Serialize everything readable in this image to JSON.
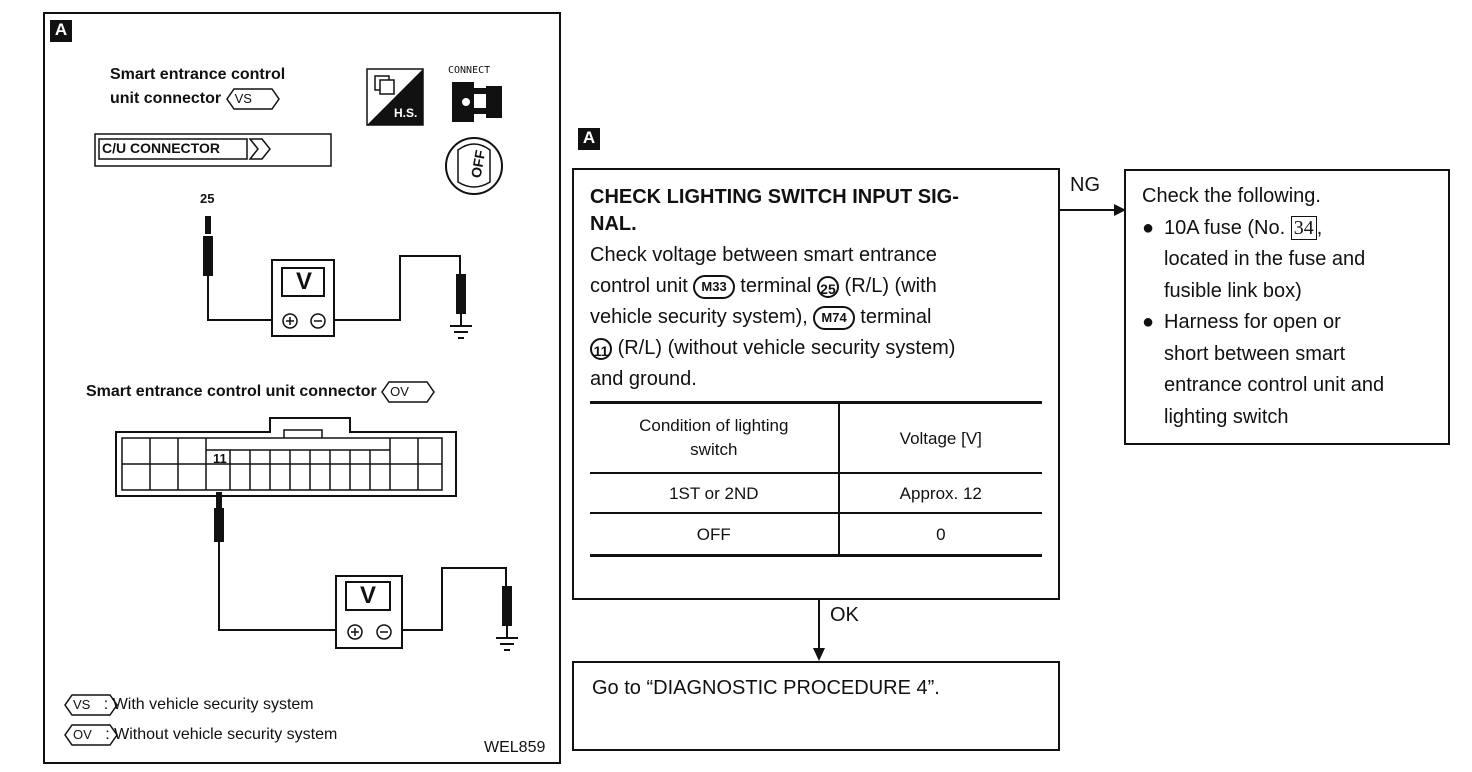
{
  "left_panel": {
    "tag": "A",
    "vs_title_line1": "Smart entrance control",
    "vs_title_line2": "unit connector",
    "vs_code": "VS",
    "cu_connector_label": "C/U CONNECTOR",
    "terminal_vs": "25",
    "meter_label": "V",
    "ov_title": "Smart entrance control unit connector",
    "ov_code": "OV",
    "terminal_ov": "11",
    "icon_hs_text": "H.S.",
    "icon_connect_text": "CONNECT",
    "icon_off_text": "OFF",
    "legend_vs_code": "VS",
    "legend_vs": ": With vehicle security system",
    "legend_ov_code": "OV",
    "legend_ov": ": Without vehicle security system",
    "figure_id": "WEL859"
  },
  "check_box": {
    "tag": "A",
    "title_line1": "CHECK LIGHTING SWITCH INPUT SIG-",
    "title_line2": "NAL.",
    "line1": "Check voltage between smart entrance",
    "line2_a": "control unit",
    "connector_m33": "M33",
    "line2_b": "terminal",
    "terminal_25": "25",
    "line2_c": "(R/L) (with",
    "line3_a": "vehicle security system),",
    "connector_m74": "M74",
    "line3_b": "terminal",
    "terminal_11": "11",
    "line4": "(R/L) (without vehicle security system)",
    "line5": "and ground.",
    "table": {
      "header_col1_line1": "Condition of lighting",
      "header_col1_line2": "switch",
      "header_col2": "Voltage [V]",
      "row1_col1": "1ST or 2ND",
      "row1_col2": "Approx. 12",
      "row2_col1": "OFF",
      "row2_col2": "0"
    }
  },
  "flow": {
    "ng_label": "NG",
    "ok_label": "OK"
  },
  "ng_box": {
    "intro": "Check the following.",
    "bullet1_a": "10A fuse (No.",
    "fuse_no": "34",
    "bullet1_b": ",",
    "bullet1_line2": "located in the fuse and",
    "bullet1_line3": "fusible link box)",
    "bullet2_line1": "Harness for open or",
    "bullet2_line2": "short between smart",
    "bullet2_line3": "entrance control unit and",
    "bullet2_line4": "lighting switch"
  },
  "ok_box": {
    "text": "Go to “DIAGNOSTIC PROCEDURE 4”."
  }
}
